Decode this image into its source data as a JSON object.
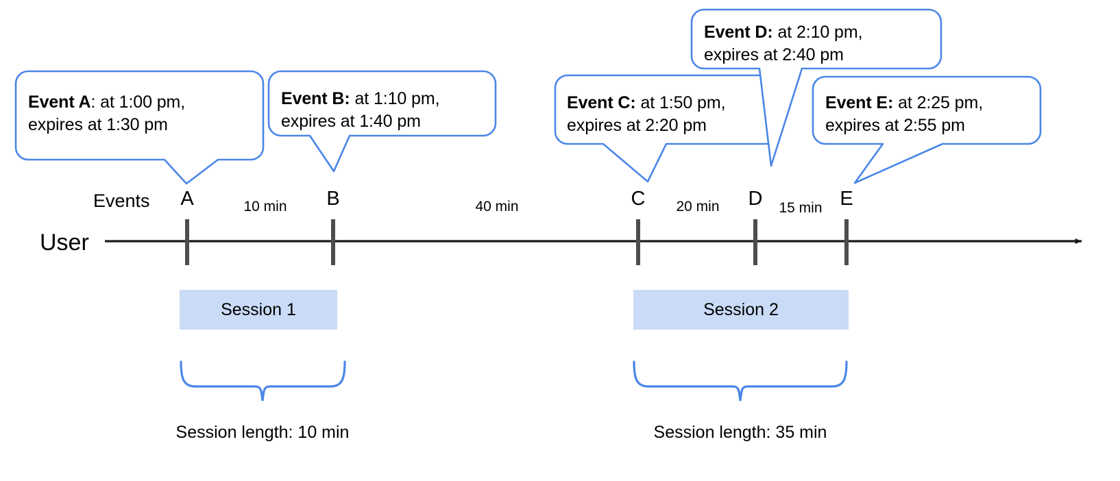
{
  "diagram": {
    "title_row_label": "Events",
    "lane_label": "User",
    "callouts": [
      {
        "id": "event-a",
        "bold": "Event A",
        "rest": ": at 1:00 pm,\nexpires at 1:30 pm",
        "event": "A",
        "time": "1:00 pm",
        "expires": "1:30 pm"
      },
      {
        "id": "event-b",
        "bold": "Event B:",
        "rest": " at 1:10 pm,\nexpires at 1:40 pm",
        "event": "B",
        "time": "1:10 pm",
        "expires": "1:40 pm"
      },
      {
        "id": "event-c",
        "bold": "Event C:",
        "rest": " at 1:50 pm,\nexpires at 2:20 pm",
        "event": "C",
        "time": "1:50 pm",
        "expires": "2:20 pm"
      },
      {
        "id": "event-d",
        "bold": "Event D:",
        "rest": " at 2:10 pm,\nexpires at 2:40 pm",
        "event": "D",
        "time": "2:10 pm",
        "expires": "2:40 pm"
      },
      {
        "id": "event-e",
        "bold": "Event E:",
        "rest": " at 2:25 pm,\nexpires at 2:55 pm",
        "event": "E",
        "time": "2:25 pm",
        "expires": "2:55 pm"
      }
    ],
    "markers": [
      {
        "label": "A"
      },
      {
        "label": "B"
      },
      {
        "label": "C"
      },
      {
        "label": "D"
      },
      {
        "label": "E"
      }
    ],
    "intervals": [
      {
        "label": "10 min",
        "from": "A",
        "to": "B"
      },
      {
        "label": "40 min",
        "from": "B",
        "to": "C"
      },
      {
        "label": "20 min",
        "from": "C",
        "to": "D"
      },
      {
        "label": "15 min",
        "from": "D",
        "to": "E"
      }
    ],
    "sessions": [
      {
        "label": "Session 1",
        "length_label": "Session length: 10 min"
      },
      {
        "label": "Session 2",
        "length_label": "Session length: 35 min"
      }
    ],
    "colors": {
      "callout_stroke": "#4a86e8",
      "brace_stroke": "#4a86e8",
      "session_fill": "#c9dbf6",
      "axis": "#1a1a1a",
      "tick": "#4d4d4d",
      "text": "#000000"
    }
  }
}
